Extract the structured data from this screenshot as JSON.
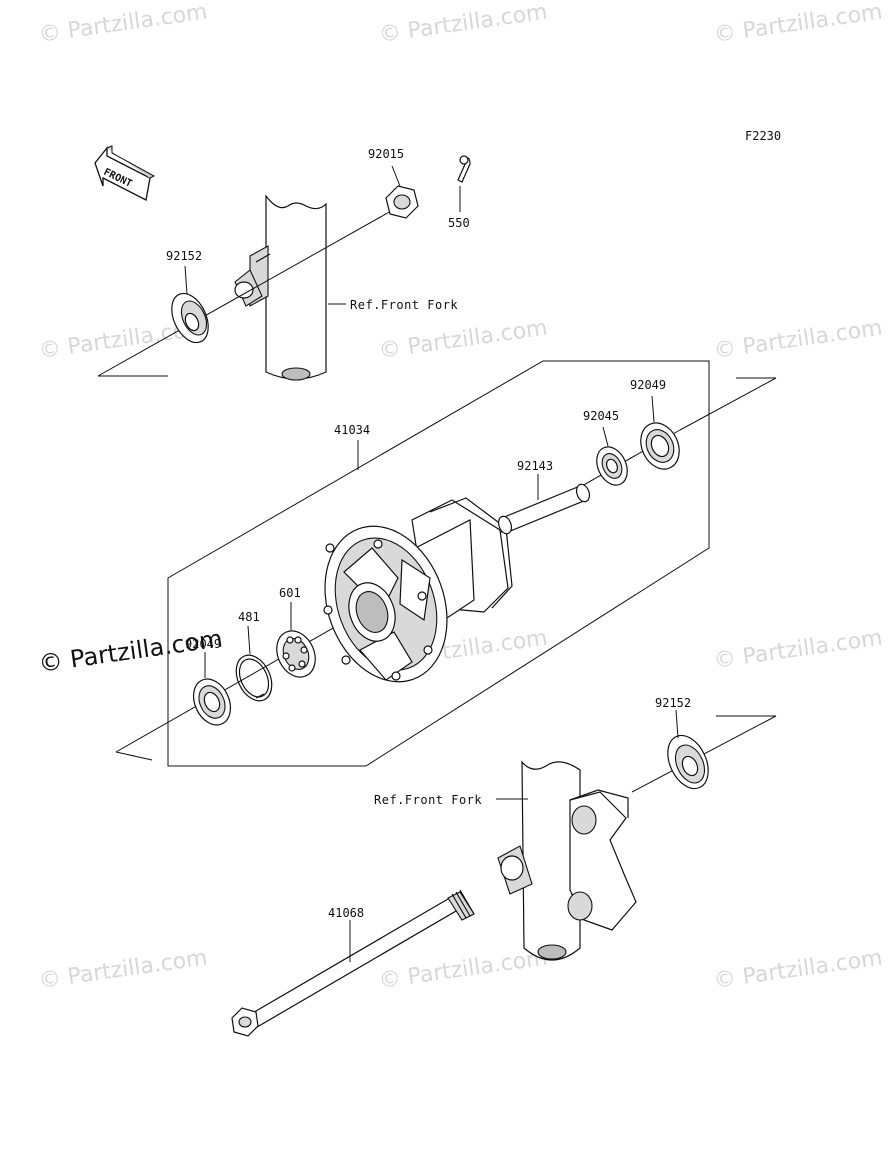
{
  "figure_code": "F2230",
  "direction_arrow": "FRONT",
  "reference_labels": {
    "front_fork_upper": "Ref.Front Fork",
    "front_fork_lower": "Ref.Front Fork"
  },
  "parts": {
    "nut_top": "92015",
    "cotter_pin": "550",
    "collar_left": "92152",
    "hub_assembly": "41034",
    "seal_right": "92049",
    "bearing_right": "92045",
    "spacer": "92143",
    "bearing_left": "601",
    "circlip": "481",
    "seal_left": "92049",
    "collar_right": "92152",
    "axle": "41068"
  },
  "watermarks": {
    "tile": "© Partzilla.com",
    "main": "© Partzilla.com"
  }
}
